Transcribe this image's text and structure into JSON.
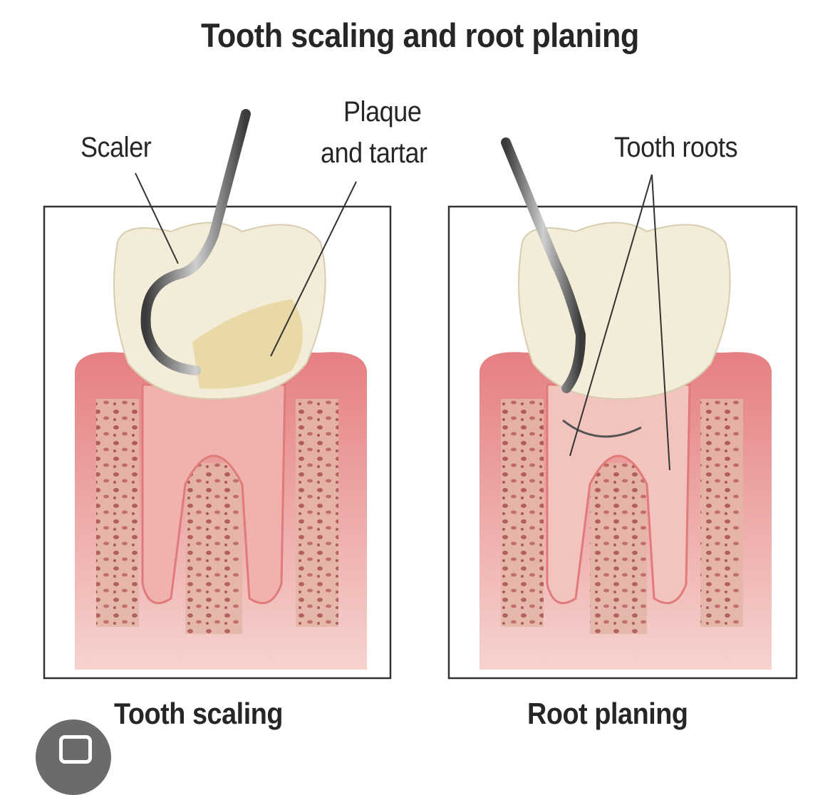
{
  "title": "Tooth scaling and root planing",
  "labels": {
    "scaler": "Scaler",
    "plaque_line1": "Plaque",
    "plaque_line2": "and tartar",
    "tooth_roots": "Tooth roots"
  },
  "captions": {
    "left": "Tooth scaling",
    "right": "Root planing"
  },
  "colors": {
    "gum": "#e8878a",
    "tooth": "#f3ecd8",
    "tartar": "#e6d49a",
    "bone": "#d9a597",
    "instrument": "#6f6f6f"
  },
  "overlay": {
    "icon": "lens-search-icon"
  }
}
